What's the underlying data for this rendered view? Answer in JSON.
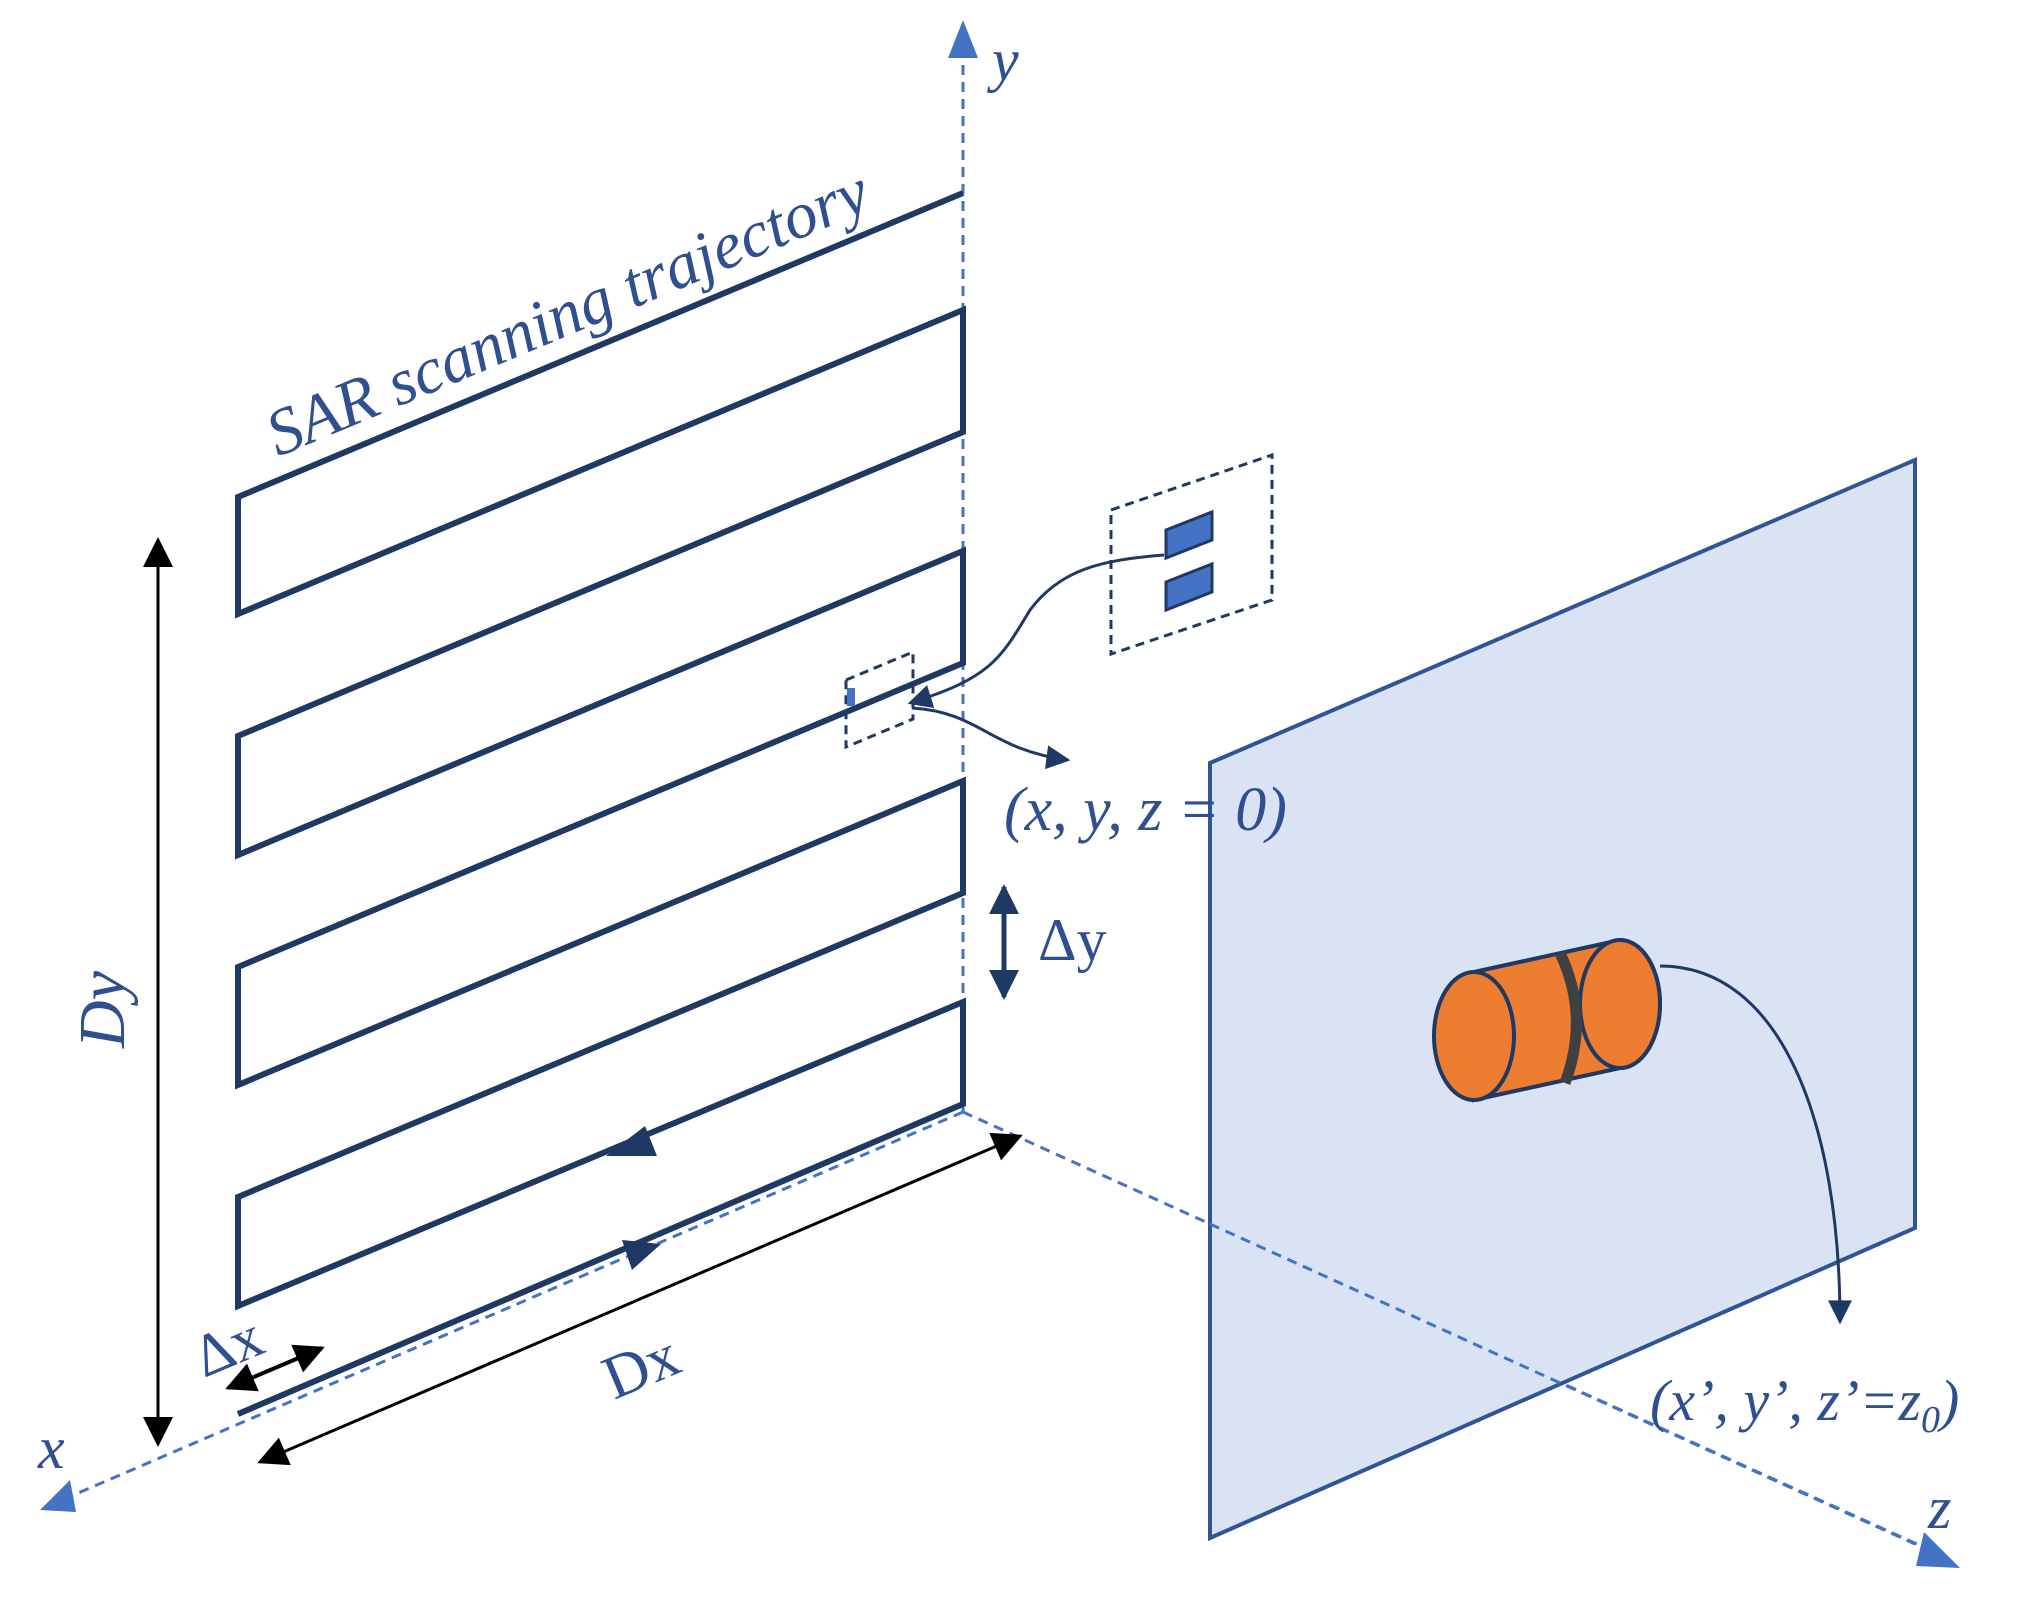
{
  "labels": {
    "title": "SAR scanning trajectory",
    "axis_x": "x",
    "axis_y": "y",
    "axis_z": "z",
    "dim_Dy": "Dy",
    "dim_Dx": "Dx",
    "step_dx": "Δx",
    "step_dy": "Δy",
    "scan_coord": "(x, y, z = 0)",
    "target_coord_main": "(x’, y’, z’=z",
    "target_coord_sub": "0",
    "target_coord_end": ")"
  },
  "colors": {
    "trajectory": "#1f3864",
    "axis": "#4472c4",
    "label": "#2f4f8f",
    "plane_fill": "#dae3f3",
    "plane_stroke": "#2f5597",
    "target": "#ed7d31",
    "target_stroke": "#1f3864",
    "antenna": "#4472c4",
    "dimension": "#000000"
  },
  "icons": {
    "antenna": "antenna-element-icon",
    "target": "cylinder-target-icon"
  }
}
